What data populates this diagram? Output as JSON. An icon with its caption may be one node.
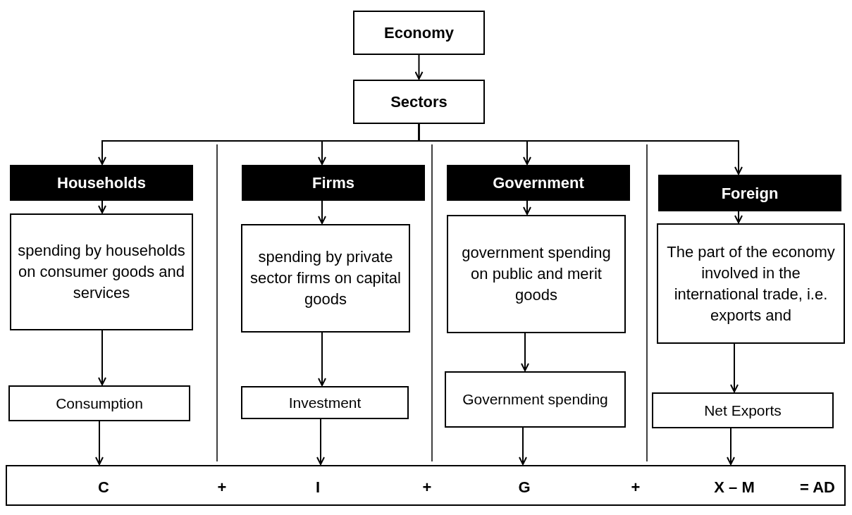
{
  "diagram": {
    "nodes": [
      {
        "text": [
          "Economy"
        ]
      },
      {
        "text": [
          "Sectors"
        ]
      },
      {
        "text": [
          "Households"
        ]
      },
      {
        "text": [
          "Firms"
        ]
      },
      {
        "text": [
          "Government"
        ]
      },
      {
        "text": [
          "Foreign"
        ]
      },
      {
        "text": [
          "spending by households on consumer goods and services"
        ]
      },
      {
        "text": [
          "spending by private sector firms on capital goods"
        ]
      },
      {
        "text": [
          "government spending on public and merit goods"
        ]
      },
      {
        "text": [
          "The part of the economy involved in the international trade, i.e. exports and"
        ]
      },
      {
        "text": [
          "Consumption"
        ]
      },
      {
        "text": [
          "Investment"
        ]
      },
      {
        "text": [
          "Government spending"
        ]
      },
      {
        "text": [
          "Net Exports"
        ]
      },
      {
        "text": [
          "C",
          "+",
          "I",
          "+",
          "G",
          "+",
          "X – M",
          "= AD"
        ]
      }
    ],
    "edges": [
      {
        "from": 0,
        "to": 1,
        "arrow": "to"
      },
      {
        "from": 1,
        "to": 2,
        "arrow": "to"
      },
      {
        "from": 1,
        "to": 3,
        "arrow": "to"
      },
      {
        "from": 1,
        "to": 4,
        "arrow": "to"
      },
      {
        "from": 1,
        "to": 5,
        "arrow": "to"
      },
      {
        "from": 2,
        "to": 6,
        "arrow": "to"
      },
      {
        "from": 3,
        "to": 7,
        "arrow": "to"
      },
      {
        "from": 4,
        "to": 8,
        "arrow": "to"
      },
      {
        "from": 5,
        "to": 9,
        "arrow": "to"
      },
      {
        "from": 6,
        "to": 10,
        "arrow": "to"
      },
      {
        "from": 7,
        "to": 11,
        "arrow": "to"
      },
      {
        "from": 8,
        "to": 12,
        "arrow": "to"
      },
      {
        "from": 9,
        "to": 13,
        "arrow": "to"
      },
      {
        "from": 10,
        "to": 14,
        "arrow": "to"
      },
      {
        "from": 11,
        "to": 14,
        "arrow": "to"
      },
      {
        "from": 12,
        "to": 14,
        "arrow": "to"
      },
      {
        "from": 13,
        "to": 14,
        "arrow": "to"
      }
    ]
  }
}
